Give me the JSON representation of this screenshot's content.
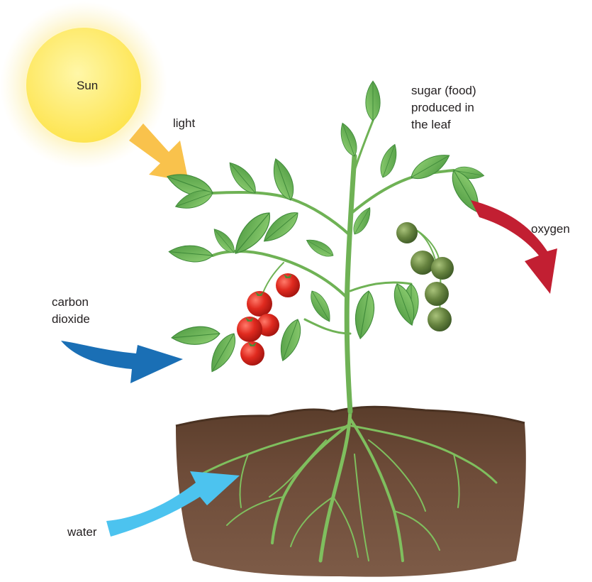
{
  "labels": {
    "sun": "Sun",
    "light": "light",
    "sugar": [
      "sugar (food)",
      "produced in",
      "the leaf"
    ],
    "oxygen": "oxygen",
    "carbon_dioxide": [
      "carbon",
      "dioxide"
    ],
    "water": "water"
  },
  "colors": {
    "sun": "#fdeb5a",
    "light_arrow": "#f9c24c",
    "oxygen_arrow": "#c21f32",
    "carbon_dioxide_arrow": "#1a6fb5",
    "water_arrow": "#4cc3ef",
    "leaf": "#5faf4f",
    "tomato_ripe": "#d7261e",
    "tomato_unripe": "#5f7d3a",
    "soil": "#6b4a36",
    "root": "#7fbf5e"
  }
}
